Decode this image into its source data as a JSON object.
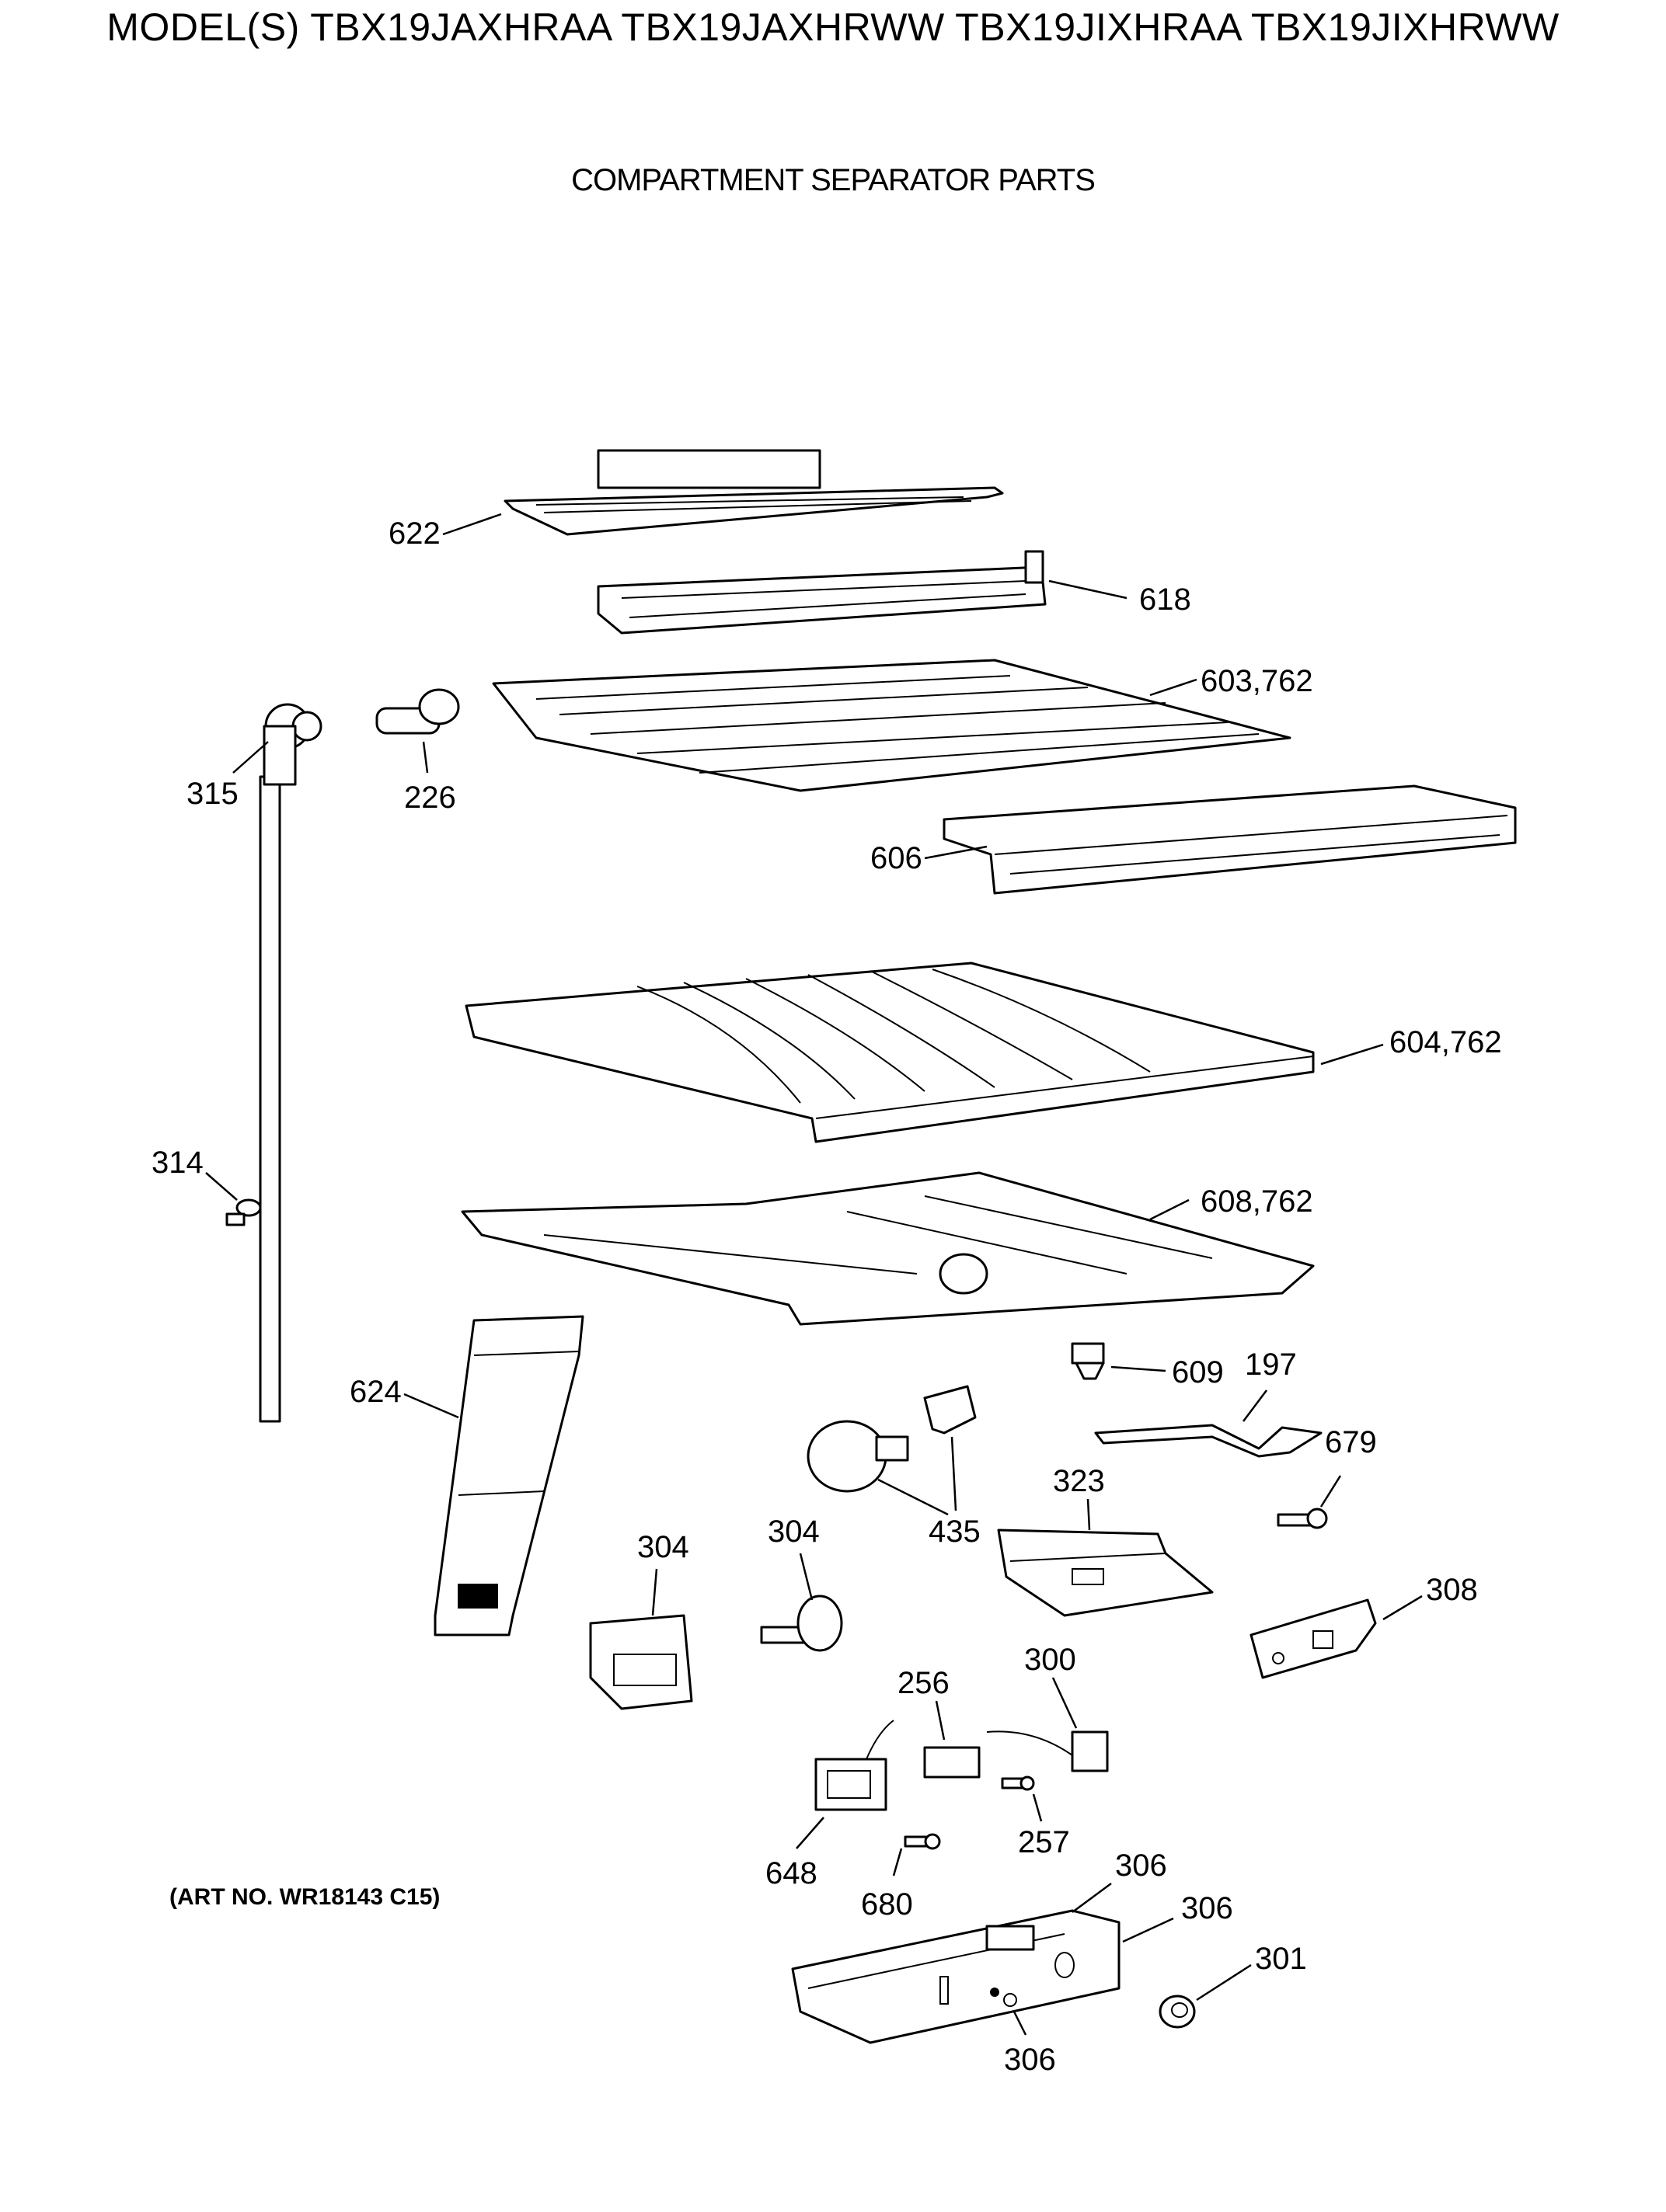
{
  "header": {
    "model_title": "MODEL(S) TBX19JAXHRAA  TBX19JAXHRWW  TBX19JIXHRAA  TBX19JIXHRWW",
    "section_title": "COMPARTMENT SEPARATOR PARTS"
  },
  "art_number": "(ART NO. WR18143 C15)",
  "callouts": {
    "c622": "622",
    "c618": "618",
    "c603": "603,762",
    "c315": "315",
    "c226": "226",
    "c606": "606",
    "c604": "604,762",
    "c314": "314",
    "c608": "608,762",
    "c609": "609",
    "c197": "197",
    "c624": "624",
    "c679": "679",
    "c323": "323",
    "c435": "435",
    "c304a": "304",
    "c304b": "304",
    "c308": "308",
    "c300": "300",
    "c256": "256",
    "c257": "257",
    "c648": "648",
    "c680": "680",
    "c306a": "306",
    "c306b": "306",
    "c301": "301",
    "c306c": "306"
  }
}
